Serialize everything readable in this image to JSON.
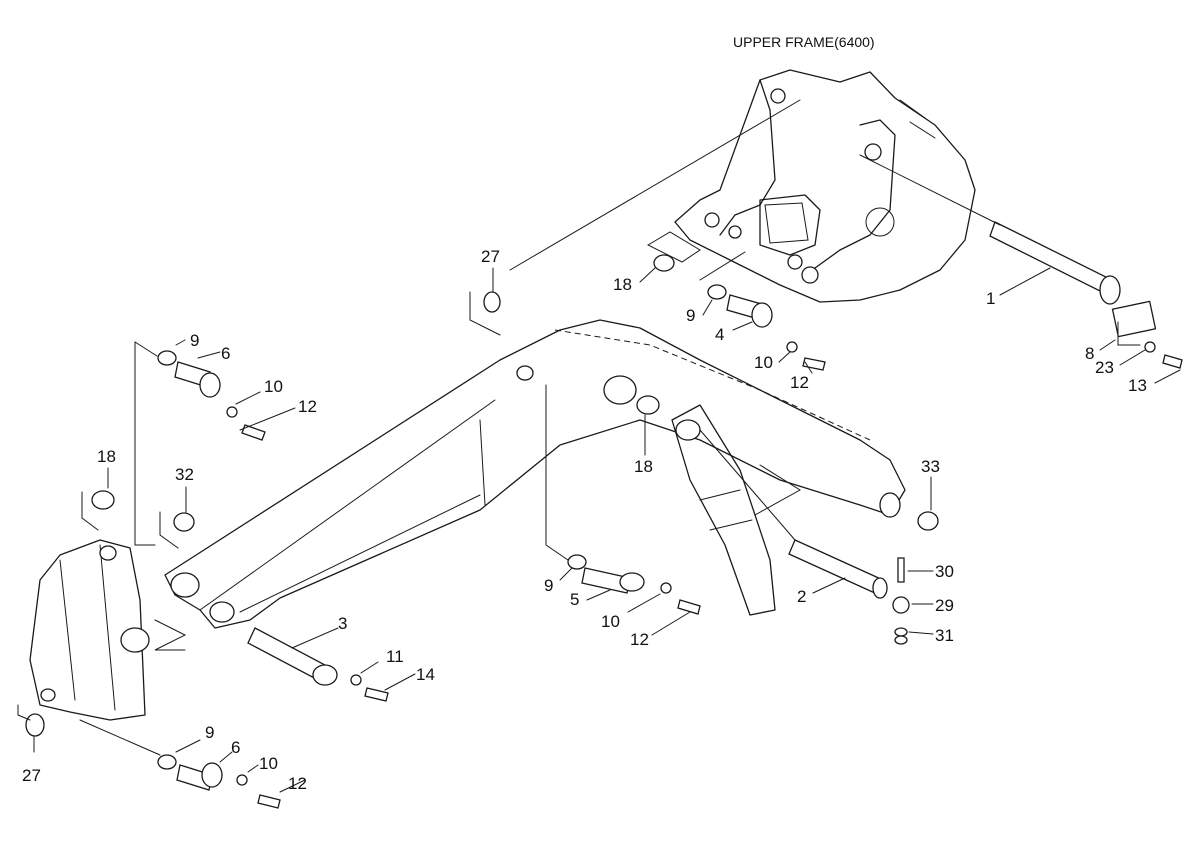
{
  "title": "UPPER FRAME(6400)",
  "callouts": [
    {
      "id": "c1",
      "text": "1"
    },
    {
      "id": "c2",
      "text": "2"
    },
    {
      "id": "c3",
      "text": "3"
    },
    {
      "id": "c4",
      "text": "4"
    },
    {
      "id": "c5",
      "text": "5"
    },
    {
      "id": "c6a",
      "text": "6"
    },
    {
      "id": "c6b",
      "text": "6"
    },
    {
      "id": "c8",
      "text": "8"
    },
    {
      "id": "c9a",
      "text": "9"
    },
    {
      "id": "c9b",
      "text": "9"
    },
    {
      "id": "c9c",
      "text": "9"
    },
    {
      "id": "c9d",
      "text": "9"
    },
    {
      "id": "c10a",
      "text": "10"
    },
    {
      "id": "c10b",
      "text": "10"
    },
    {
      "id": "c10c",
      "text": "10"
    },
    {
      "id": "c10d",
      "text": "10"
    },
    {
      "id": "c11",
      "text": "11"
    },
    {
      "id": "c12a",
      "text": "12"
    },
    {
      "id": "c12b",
      "text": "12"
    },
    {
      "id": "c12c",
      "text": "12"
    },
    {
      "id": "c12d",
      "text": "12"
    },
    {
      "id": "c13",
      "text": "13"
    },
    {
      "id": "c14",
      "text": "14"
    },
    {
      "id": "c18a",
      "text": "18"
    },
    {
      "id": "c18b",
      "text": "18"
    },
    {
      "id": "c18c",
      "text": "18"
    },
    {
      "id": "c23",
      "text": "23"
    },
    {
      "id": "c27a",
      "text": "27"
    },
    {
      "id": "c27b",
      "text": "27"
    },
    {
      "id": "c29",
      "text": "29"
    },
    {
      "id": "c30",
      "text": "30"
    },
    {
      "id": "c31",
      "text": "31"
    },
    {
      "id": "c32",
      "text": "32"
    },
    {
      "id": "c33",
      "text": "33"
    }
  ]
}
